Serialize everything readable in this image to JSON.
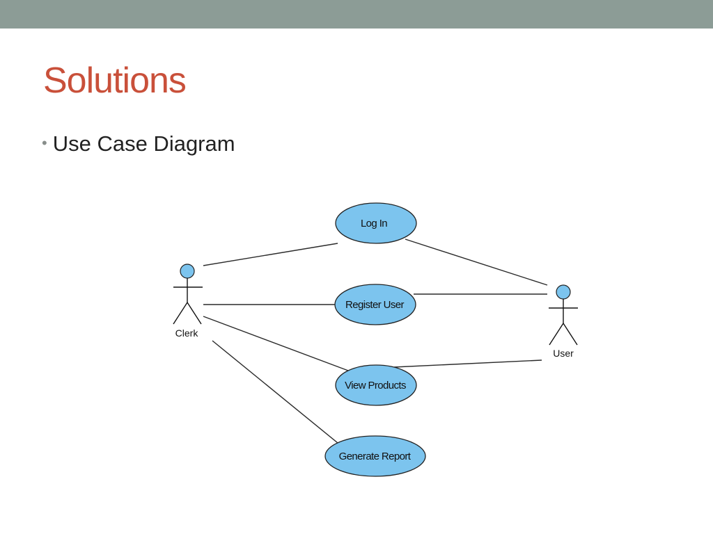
{
  "slide": {
    "title": "Solutions",
    "bullets": [
      "Use Case Diagram"
    ]
  },
  "colors": {
    "top_band": "#8c9c96",
    "title": "#c9503a",
    "use_case_fill": "#7cc4ee",
    "actor_head_fill": "#7cc4ee"
  },
  "diagram": {
    "actors": {
      "clerk": "Clerk",
      "user": "User"
    },
    "use_cases": {
      "log_in": "Log In",
      "register_user": "Register User",
      "view_products": "View Products",
      "generate_report": "Generate Report"
    },
    "associations": [
      [
        "Clerk",
        "Log In"
      ],
      [
        "Clerk",
        "Register User"
      ],
      [
        "Clerk",
        "View Products"
      ],
      [
        "Clerk",
        "Generate Report"
      ],
      [
        "User",
        "Log In"
      ],
      [
        "User",
        "Register User"
      ],
      [
        "User",
        "View Products"
      ]
    ]
  }
}
